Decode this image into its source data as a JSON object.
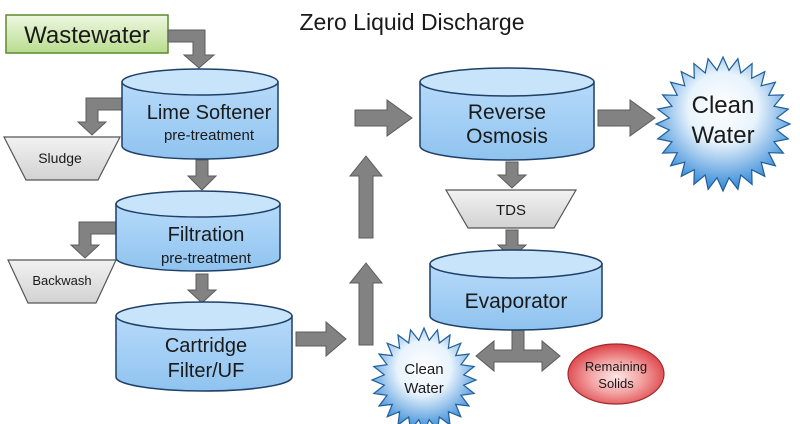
{
  "title": "Zero Liquid Discharge",
  "source": {
    "label": "Wastewater"
  },
  "tanks": {
    "lime_softener": {
      "title": "Lime Softener",
      "subtitle": "pre-treatment"
    },
    "filtration": {
      "title": "Filtration",
      "subtitle": "pre-treatment"
    },
    "cartridge": {
      "line1": "Cartridge",
      "line2": "Filter/UF"
    },
    "reverse_osmosis": {
      "line1": "Reverse",
      "line2": "Osmosis"
    },
    "evaporator": {
      "title": "Evaporator"
    }
  },
  "hoppers": {
    "sludge": "Sludge",
    "backwash": "Backwash",
    "tds": "TDS"
  },
  "outputs": {
    "clean_water_main": {
      "line1": "Clean",
      "line2": "Water"
    },
    "clean_water_small": {
      "line1": "Clean",
      "line2": "Water"
    },
    "remaining_solids": {
      "line1": "Remaining",
      "line2": "Solids"
    }
  },
  "colors": {
    "tank_fill": "#a9d4f7",
    "tank_top": "#c8e4fb",
    "tank_stroke": "#1f3f66",
    "arrow_fill": "#808080",
    "hopper_fill": "#e4e4e4",
    "source_fill": "#c7e5a0",
    "star_blue": "#3a8ed8",
    "solids_red": "#e8484d"
  }
}
